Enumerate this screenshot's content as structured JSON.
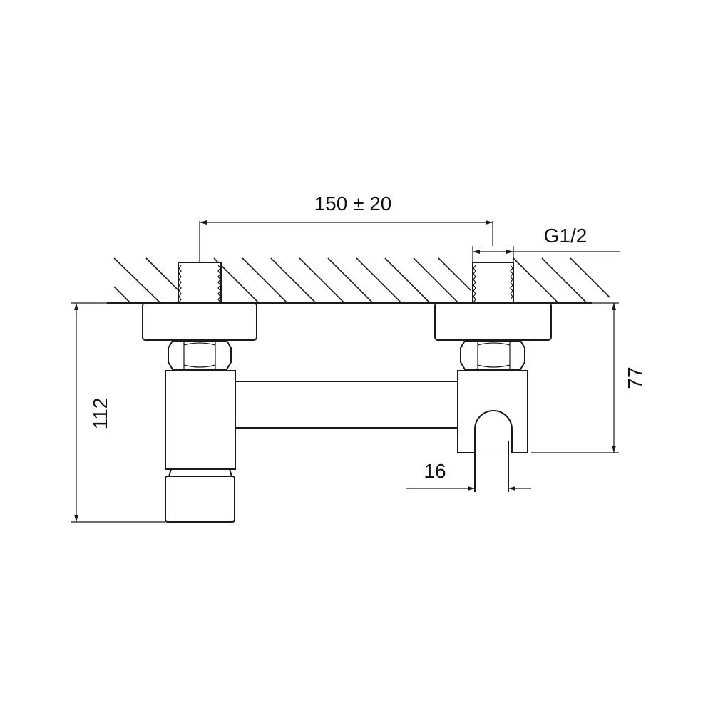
{
  "drawing": {
    "dimensions": {
      "spacing": "150 ± 20",
      "thread": "G1/2",
      "total_height": "112",
      "body_height": "77",
      "outlet_diameter": "16"
    },
    "colors": {
      "line": "#1a1a1a",
      "background": "#ffffff"
    }
  }
}
